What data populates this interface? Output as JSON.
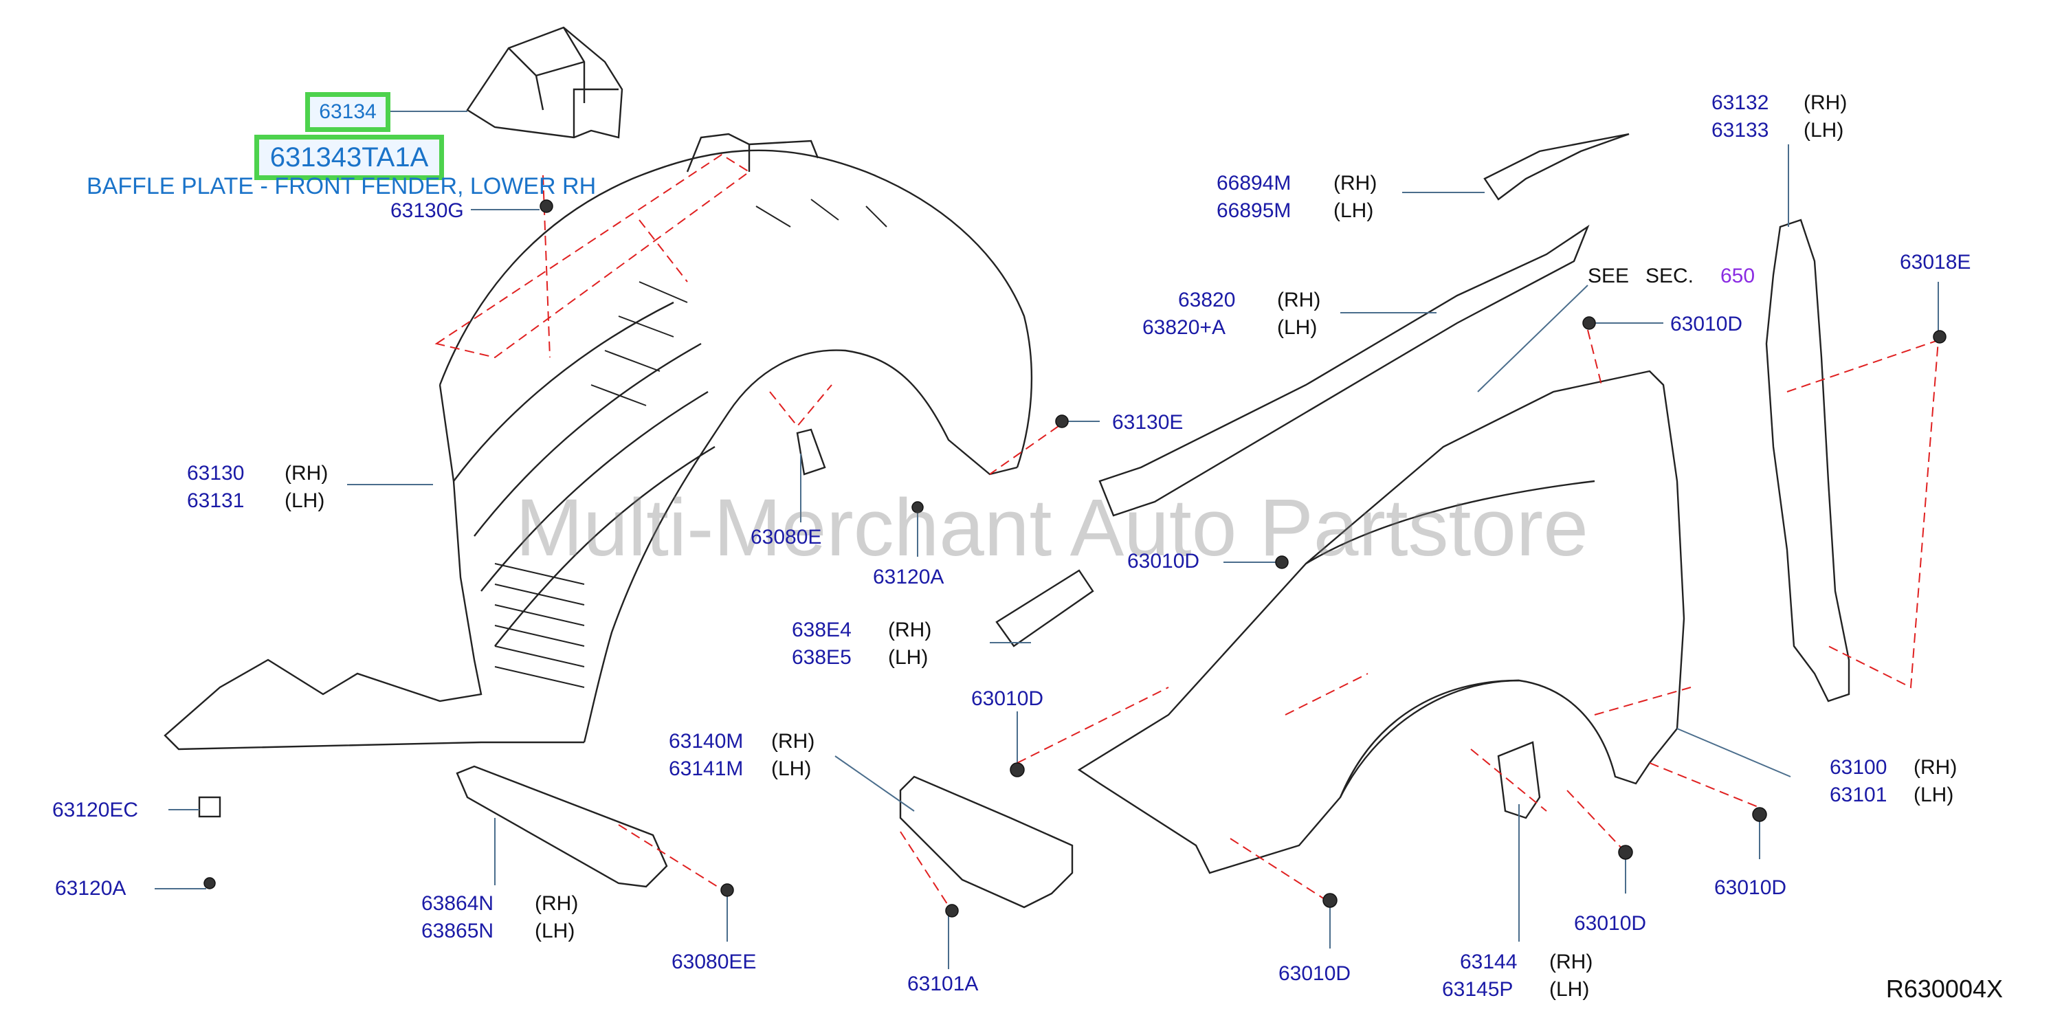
{
  "highlighted": {
    "part_no": "63134",
    "full_part_no": "631343TA1A",
    "description": "BAFFLE PLATE - FRONT FENDER, LOWER RH"
  },
  "watermark": "Multi-Merchant Auto Partstore",
  "diagram_ref": "R630004X",
  "see_section": {
    "see": "SEE",
    "sec": "SEC.",
    "num": "650"
  },
  "colors": {
    "part_number": "#1a1aa6",
    "highlight_border": "#4dd24d",
    "leader_dash": "#e02020",
    "section_ref": "#8a2be2"
  },
  "labels": {
    "p63130G": "63130G",
    "p63130": "63130",
    "p63130_side": "(RH)",
    "p63131": "63131",
    "p63131_side": "(LH)",
    "p63080E": "63080E",
    "p63120A_mid": "63120A",
    "p63130E": "63130E",
    "p66894M": "66894M",
    "p66894M_side": "(RH)",
    "p66895M": "66895M",
    "p66895M_side": "(LH)",
    "p63820": "63820",
    "p63820_side": "(RH)",
    "p63820A": "63820+A",
    "p63820A_side": "(LH)",
    "p63010D_top": "63010D",
    "p63132": "63132",
    "p63132_side": "(RH)",
    "p63133": "63133",
    "p63133_side": "(LH)",
    "p63018E": "63018E",
    "p63010D_mid": "63010D",
    "p638E4": "638E4",
    "p638E4_side": "(RH)",
    "p638E5": "638E5",
    "p638E5_side": "(LH)",
    "p63010D_left": "63010D",
    "p63140M": "63140M",
    "p63140M_side": "(RH)",
    "p63141M": "63141M",
    "p63141M_side": "(LH)",
    "p63120EC": "63120EC",
    "p63120A_low": "63120A",
    "p63864N": "63864N",
    "p63864N_side": "(RH)",
    "p63865N": "63865N",
    "p63865N_side": "(LH)",
    "p63080EE": "63080EE",
    "p63101A": "63101A",
    "p63010D_bot": "63010D",
    "p63144": "63144",
    "p63144_side": "(RH)",
    "p63145P": "63145P",
    "p63145P_side": "(LH)",
    "p63010D_b2": "63010D",
    "p63010D_b3": "63010D",
    "p63100": "63100",
    "p63100_side": "(RH)",
    "p63101": "63101",
    "p63101_side": "(LH)"
  }
}
